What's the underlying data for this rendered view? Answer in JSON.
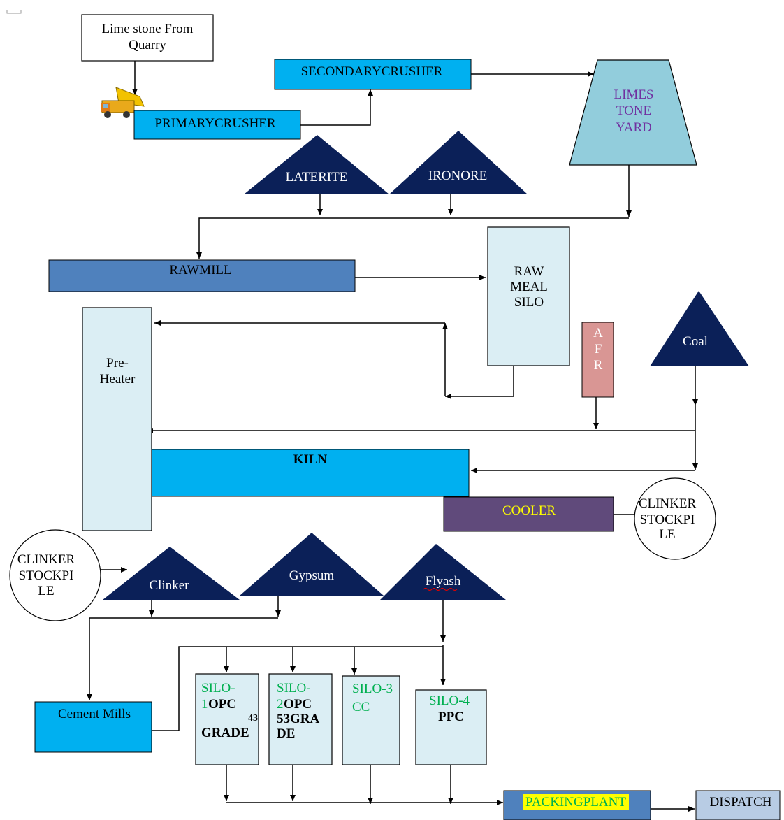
{
  "colors": {
    "blue_box": "#00b0f0",
    "dark_blue": "#4f81bd",
    "navy": "#0b2058",
    "light_box": "#dbeef4",
    "yard": "#92cddc",
    "afr": "#d99694",
    "cooler": "#604a7b",
    "packing": "#4f81bd",
    "dispatch": "#b8cce4",
    "green_text": "#00b050",
    "purple_text": "#7030a0",
    "yellow_text": "#ffff00",
    "highlight": "#ffff00"
  },
  "nodes": {
    "quarry": [
      "Lime stone From",
      "Quarry"
    ],
    "secondary_crusher": "SECONDARYCRUSHER",
    "primary_crusher": "PRIMARYCRUSHER",
    "limestone_yard": [
      "LIMES",
      "TONE",
      "YARD"
    ],
    "laterite": "LATERITE",
    "ironore": "IRONORE",
    "rawmill": "RAWMILL",
    "raw_meal_silo": [
      "RAW",
      "MEAL",
      "SILO"
    ],
    "preheater": [
      "Pre-",
      "Heater"
    ],
    "afr": [
      "A",
      "F",
      "R"
    ],
    "coal": "Coal",
    "kiln": "KILN",
    "cooler": "COOLER",
    "clinker_stockpile_right": [
      "CLINKER",
      "STOCKPI",
      "LE"
    ],
    "clinker_stockpile_left": [
      "CLINKER",
      "STOCKPI",
      "LE"
    ],
    "clinker": "Clinker",
    "gypsum": "Gypsum",
    "flyash": "Flyash",
    "cement_mills": "Cement Mills",
    "silo1": {
      "a": "SILO-",
      "b_green": "1",
      "b_black": "OPC",
      "sup": "43",
      "c": "GRADE"
    },
    "silo2": {
      "a": "SILO-",
      "b_green": "2",
      "b_black": "OPC",
      "c": "53GRA",
      "d": "DE"
    },
    "silo3": {
      "a": "SILO-3",
      "b": "CC"
    },
    "silo4": {
      "a": "SILO-4",
      "b": "PPC"
    },
    "packing_plant": "PACKINGPLANT",
    "dispatch": "DISPATCH"
  }
}
